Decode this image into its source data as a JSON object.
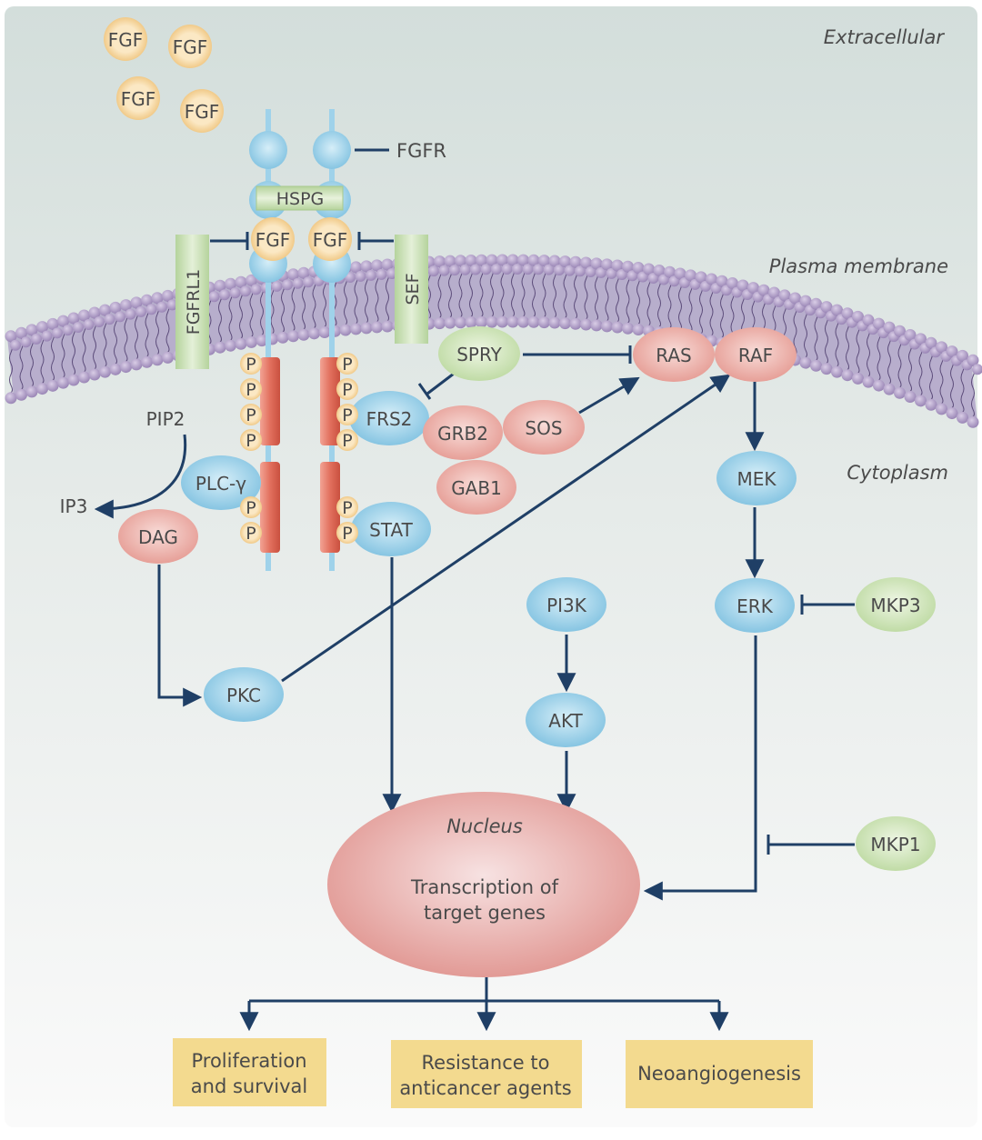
{
  "regions": {
    "extracellular": "Extracellular",
    "plasma_membrane": "Plasma membrane",
    "cytoplasm": "Cytoplasm",
    "nucleus": "Nucleus"
  },
  "free_ligands": [
    "FGF",
    "FGF",
    "FGF",
    "FGF"
  ],
  "receptor": {
    "label": "FGFR",
    "cofactor": "HSPG",
    "bound_ligands": [
      "FGF",
      "FGF"
    ],
    "phospho": "P"
  },
  "membrane_inhibitors": {
    "left": "FGFRL1",
    "right": "SEF"
  },
  "nodes": {
    "spry": "SPRY",
    "ras": "RAS",
    "raf": "RAF",
    "frs2": "FRS2",
    "grb2": "GRB2",
    "sos": "SOS",
    "gab1": "GAB1",
    "pip2": "PIP2",
    "ip3": "IP3",
    "plcg": "PLC-γ",
    "dag": "DAG",
    "stat": "STAT",
    "mek": "MEK",
    "erk": "ERK",
    "mkp3": "MKP3",
    "pi3k": "PI3K",
    "akt": "AKT",
    "pkc": "PKC",
    "mkp1": "MKP1"
  },
  "nucleus_text": [
    "Transcription of",
    "target genes"
  ],
  "outcomes": [
    {
      "lines": [
        "Proliferation",
        "and survival"
      ]
    },
    {
      "lines": [
        "Resistance to",
        "anticancer agents"
      ]
    },
    {
      "lines": [
        "Neoangiogenesis"
      ]
    }
  ],
  "colors": {
    "arrow": "#1f3f66",
    "blue_node": "#8ecbe6",
    "red_node": "#eaa39c",
    "green_node": "#c8e0b0",
    "ligand": "#f3d59c",
    "outcome_box": "#f2da8e",
    "membrane": "#a596c0"
  }
}
